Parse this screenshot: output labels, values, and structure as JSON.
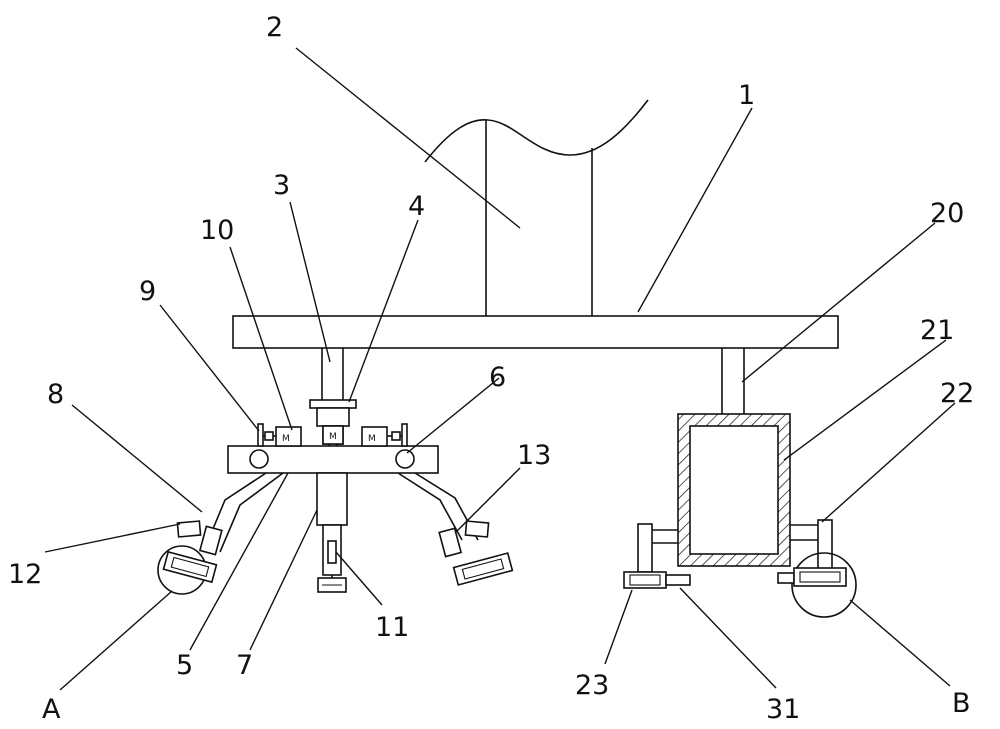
{
  "labels": {
    "l1": "1",
    "l2": "2",
    "l3": "3",
    "l4": "4",
    "l5": "5",
    "l6": "6",
    "l7": "7",
    "l8": "8",
    "l9": "9",
    "l10": "10",
    "l11": "11",
    "l12": "12",
    "l13": "13",
    "l20": "20",
    "l21": "21",
    "l22": "22",
    "l23": "23",
    "l31": "31",
    "lA": "A",
    "lB": "B"
  },
  "motor_mark": "M"
}
